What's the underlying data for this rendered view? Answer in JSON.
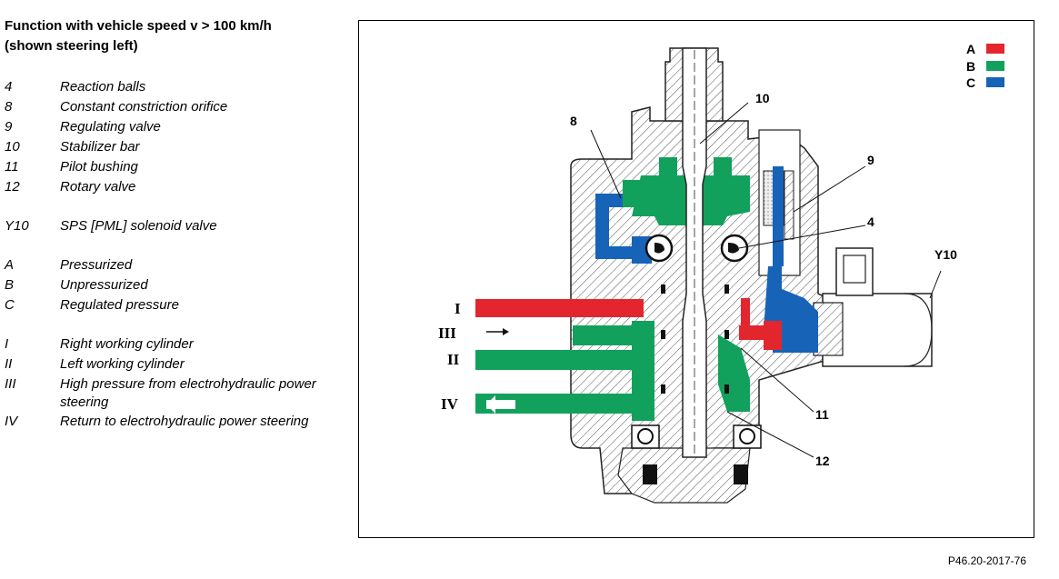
{
  "title": "Function with vehicle speed v > 100 km/h\n(shown steering left)",
  "legend_groups": [
    [
      {
        "code": "4",
        "desc": "Reaction balls"
      },
      {
        "code": "8",
        "desc": "Constant constriction orifice"
      },
      {
        "code": "9",
        "desc": "Regulating valve"
      },
      {
        "code": "10",
        "desc": "Stabilizer bar"
      },
      {
        "code": "11",
        "desc": "Pilot bushing"
      },
      {
        "code": "12",
        "desc": "Rotary valve"
      }
    ],
    [
      {
        "code": "Y10",
        "desc": "SPS [PML] solenoid valve"
      }
    ],
    [
      {
        "code": "A",
        "desc": "Pressurized"
      },
      {
        "code": "B",
        "desc": "Unpressurized"
      },
      {
        "code": "C",
        "desc": "Regulated pressure"
      }
    ],
    [
      {
        "code": "I",
        "desc": "Right working cylinder"
      },
      {
        "code": "II",
        "desc": "Left working cylinder"
      },
      {
        "code": "III",
        "desc": "High pressure from electrohydraulic power steering"
      },
      {
        "code": "IV",
        "desc": "Return to electrohydraulic power steering"
      }
    ]
  ],
  "diagram": {
    "color_key": [
      {
        "code": "A",
        "color": "#e3262e"
      },
      {
        "code": "B",
        "color": "#12a15c"
      },
      {
        "code": "C",
        "color": "#1763b8"
      }
    ],
    "callouts": {
      "n8": "8",
      "n10": "10",
      "n9": "9",
      "n4": "4",
      "y10": "Y10",
      "n11": "11",
      "n12": "12"
    },
    "ports": {
      "I": "I",
      "III": "III",
      "II": "II",
      "IV": "IV"
    }
  },
  "reference": "P46.20-2017-76"
}
